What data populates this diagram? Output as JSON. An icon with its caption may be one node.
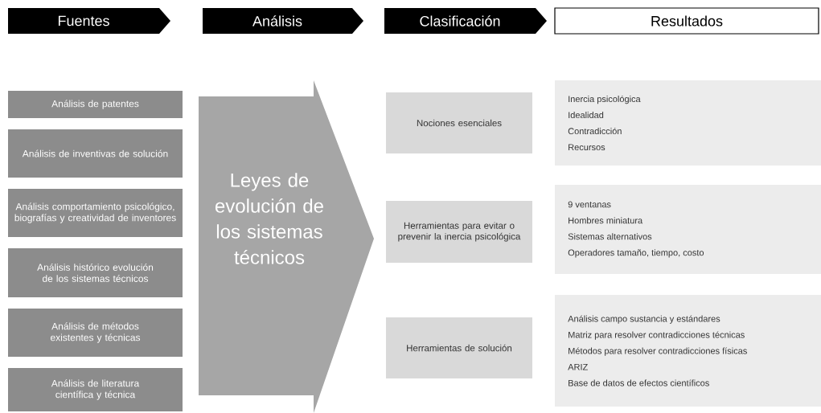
{
  "diagram": {
    "nodes": [
      {
        "text": [
          "Fuentes"
        ]
      },
      {
        "text": [
          "Análisis"
        ]
      },
      {
        "text": [
          "Clasificación"
        ]
      },
      {
        "text": [
          "Resultados"
        ]
      },
      {
        "text": [
          "Análisis de patentes"
        ]
      },
      {
        "text": [
          "Análisis de inventivas de solución"
        ]
      },
      {
        "text": [
          "Análisis comportamiento psicológico, biografías y creatividad de inventores"
        ]
      },
      {
        "text": [
          "Análisis histórico evolución de los sistemas técnicos"
        ]
      },
      {
        "text": [
          "Análisis de métodos existentes y técnicas"
        ]
      },
      {
        "text": [
          "Análisis de literatura científica y técnica"
        ]
      },
      {
        "text": [
          "Leyes de evolución de los sistemas técnicos"
        ]
      },
      {
        "text": [
          "Nociones esenciales"
        ]
      },
      {
        "text": [
          "Herramientas para evitar o prevenir la inercia psicológica"
        ]
      },
      {
        "text": [
          "Herramientas de solución"
        ]
      },
      {
        "text": [
          "Inercia psicológica",
          "Idealidad",
          "Contradicción",
          "Recursos"
        ]
      },
      {
        "text": [
          "9 ventanas",
          "Hombres miniatura",
          "Sistemas alternativos",
          "Operadores tamaño, tiempo, costo"
        ]
      },
      {
        "text": [
          "Análisis campo sustancia y estándares",
          "Matriz para resolver contradicciones técnicas",
          "Métodos para resolver contradicciones físicas",
          "ARIZ",
          "Base de datos de efectos científicos"
        ]
      }
    ]
  }
}
